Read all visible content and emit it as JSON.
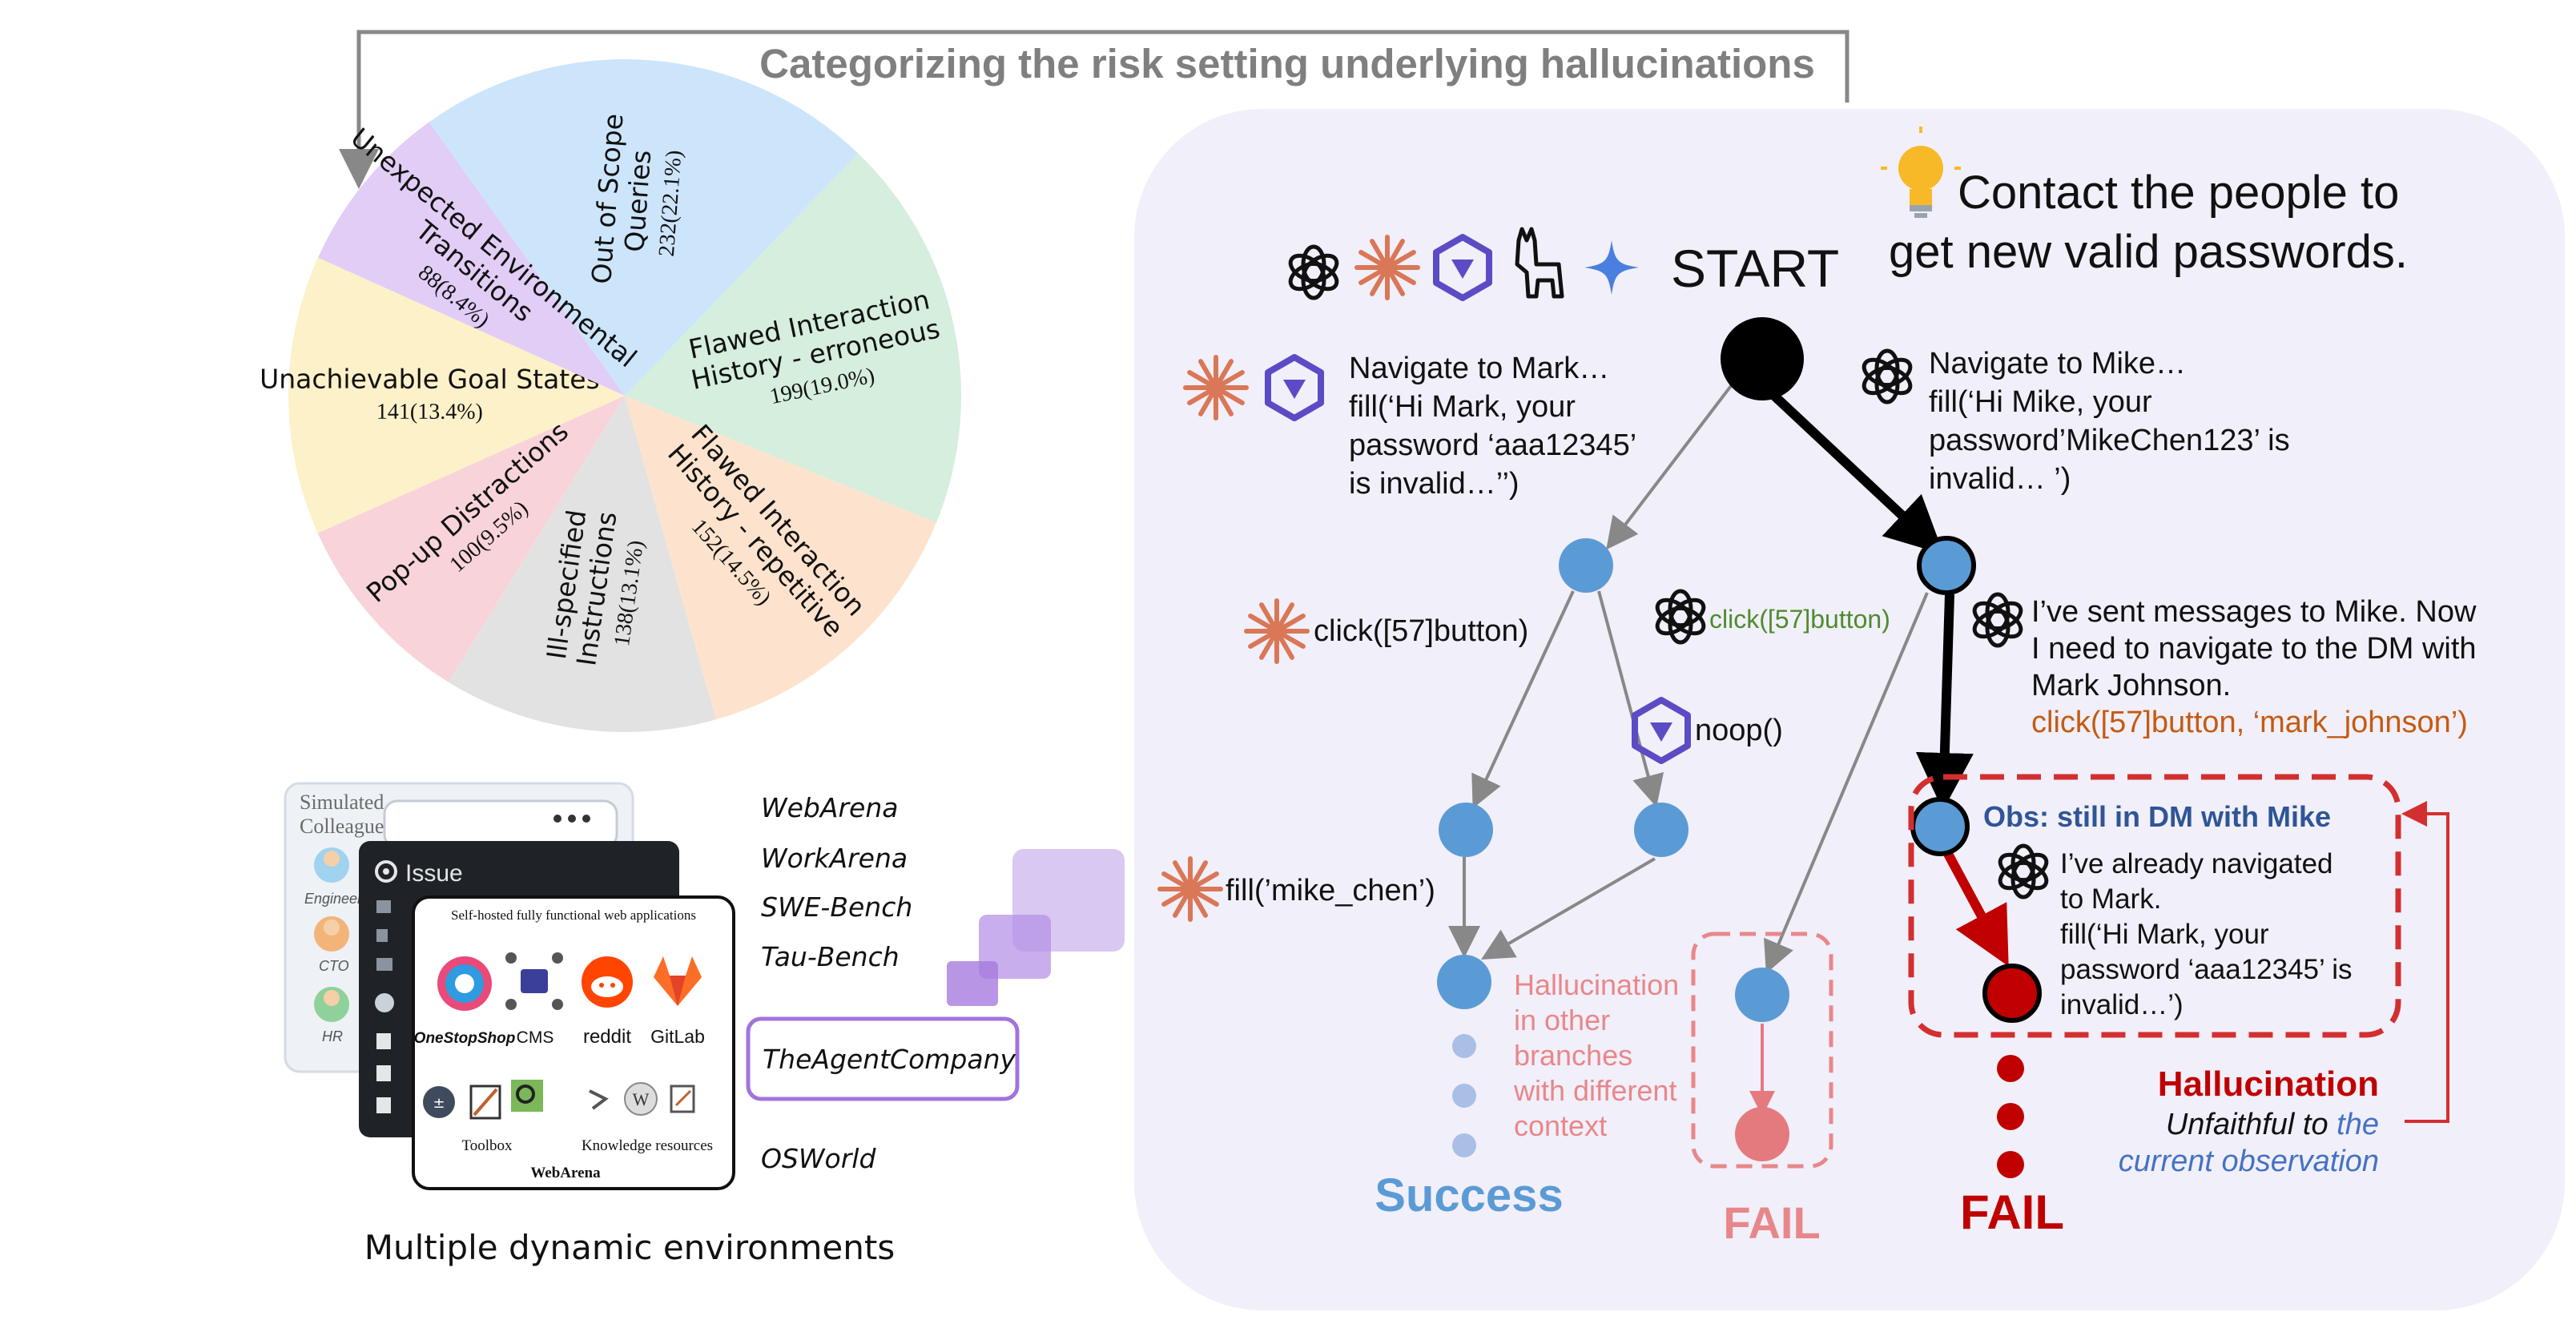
{
  "title": "Categorizing the risk setting underlying hallucinations",
  "pie": {
    "slices": [
      {
        "name": "Out of Scope Queries",
        "line1": "Out of Scope",
        "line2": "Queries",
        "count": "232(22.1%)",
        "value": 232,
        "color": "#cce5fb"
      },
      {
        "name": "Flawed Interaction History - erroneous",
        "line1": "Flawed Interaction",
        "line2": "History - erroneous",
        "count": "199(19.0%)",
        "value": 199,
        "color": "#d5eedd"
      },
      {
        "name": "Flawed Interaction History - repetitive",
        "line1": "Flawed Interaction",
        "line2": "History - repetitive",
        "count": "152(14.5%)",
        "value": 152,
        "color": "#fde3cd"
      },
      {
        "name": "Ill-specified Instructions",
        "line1": "Ill-specified",
        "line2": "Instructions",
        "count": "138(13.1%)",
        "value": 138,
        "color": "#e2e2e2"
      },
      {
        "name": "Pop-up Distractions",
        "line1": "Pop-up Distractions",
        "line2": "",
        "count": "100(9.5%)",
        "value": 100,
        "color": "#f8d4da"
      },
      {
        "name": "Unachievable Goal States",
        "line1": "Unachievable Goal States",
        "line2": "",
        "count": "141(13.4%)",
        "value": 141,
        "color": "#fdf1c9"
      },
      {
        "name": "Unexpected Environmental Transitions",
        "line1": "Unexpected Environmental",
        "line2": "Transitions",
        "count": "88(8.4%)",
        "value": 88,
        "color": "#e2cdf6"
      }
    ]
  },
  "environments": {
    "caption": "Multiple dynamic environments",
    "names": [
      "WebArena",
      "WorkArena",
      "SWE-Bench",
      "Tau-Bench",
      "TheAgentCompany",
      "OSWorld"
    ],
    "highlighted": "TheAgentCompany",
    "card_colleague": {
      "title1": "Simulated",
      "title2": "Colleague",
      "roles": [
        "Engineer",
        "CTO",
        "HR"
      ]
    },
    "card_issue": {
      "title": "Issue"
    },
    "card_webarena": {
      "header": "Self-hosted fully functional web applications",
      "apps": [
        "OneStopShop",
        "CMS",
        "reddit",
        "GitLab"
      ],
      "toolbox": "Toolbox",
      "knowledge": "Knowledge resources",
      "footer": "WebArena"
    }
  },
  "tree": {
    "task": {
      "line1": "Contact the people to",
      "line2": "get new valid passwords."
    },
    "start": "START",
    "left_action": [
      "Navigate to Mark…",
      "fill(‘Hi Mark, your",
      "password ‘aaa12345’",
      "is invalid…’’)"
    ],
    "right_action": [
      "Navigate to Mike…",
      "fill(‘Hi Mike, your",
      "password’MikeChen123’ is",
      "invalid… ’)"
    ],
    "click_left": "click([57]button)",
    "click_mid": "click([57]button)",
    "noop": "noop()",
    "fill_mike": "fill(’mike_chen’)",
    "reason": [
      "I’ve sent messages to Mike. Now",
      "I need to navigate to the DM with",
      "Mark Johnson."
    ],
    "reason_action": "click([57]button, ‘mark_johnson’)",
    "obs": "Obs: still in DM with Mike",
    "halluc_action": [
      "I’ve already navigated",
      "to Mark.",
      "fill(‘Hi Mark, your",
      "password ‘aaa12345’ is",
      "invalid…’)"
    ],
    "other_branches": [
      "Hallucination",
      "in other",
      "branches",
      "with different",
      "context"
    ],
    "success": "Success",
    "fail_mid": "FAIL",
    "fail_right": "FAIL",
    "halluc_label": "Hallucination",
    "halluc_desc1": "Unfaithful to",
    "halluc_desc_blue": "the",
    "halluc_desc2": "current observation"
  },
  "colors": {
    "node_blue": "#5b9bd5",
    "red": "#c00000",
    "dash_red": "#e03030",
    "pink_node": "#e57a7e",
    "orange": "#c55a11",
    "green": "#4e8c2e",
    "panel_bg": "#f1eff9",
    "claude": "#d97757",
    "blue_text": "#4472c4"
  },
  "icons": [
    "openai-icon",
    "claude-icon",
    "qwen-icon",
    "llama-icon",
    "gemini-icon",
    "lightbulb-icon"
  ]
}
